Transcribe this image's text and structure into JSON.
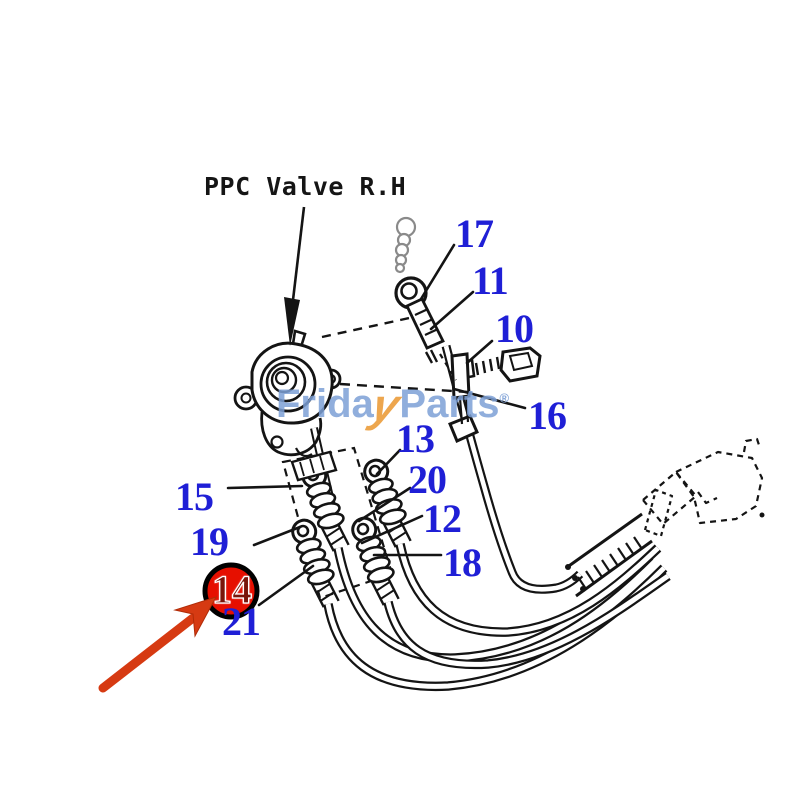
{
  "title": "PPC Valve R.H",
  "watermark": {
    "part1": "Frida",
    "swoosh": "y",
    "part2": "Parts",
    "reg": "®"
  },
  "labels": {
    "n10": "10",
    "n11": "11",
    "n12": "12",
    "n13": "13",
    "n14": "14",
    "n15": "15",
    "n16": "16",
    "n17": "17",
    "n18": "18",
    "n19": "19",
    "n20": "20",
    "n21": "21"
  },
  "highlight": {
    "circled_label": "14",
    "circle_color": "#e60f00",
    "arrow_color": "#d63a12"
  },
  "colors": {
    "label_blue": "#1f1fd6",
    "line_black": "#151515",
    "watermark_blue": "#7da0d6",
    "watermark_orange": "#eda64e"
  }
}
